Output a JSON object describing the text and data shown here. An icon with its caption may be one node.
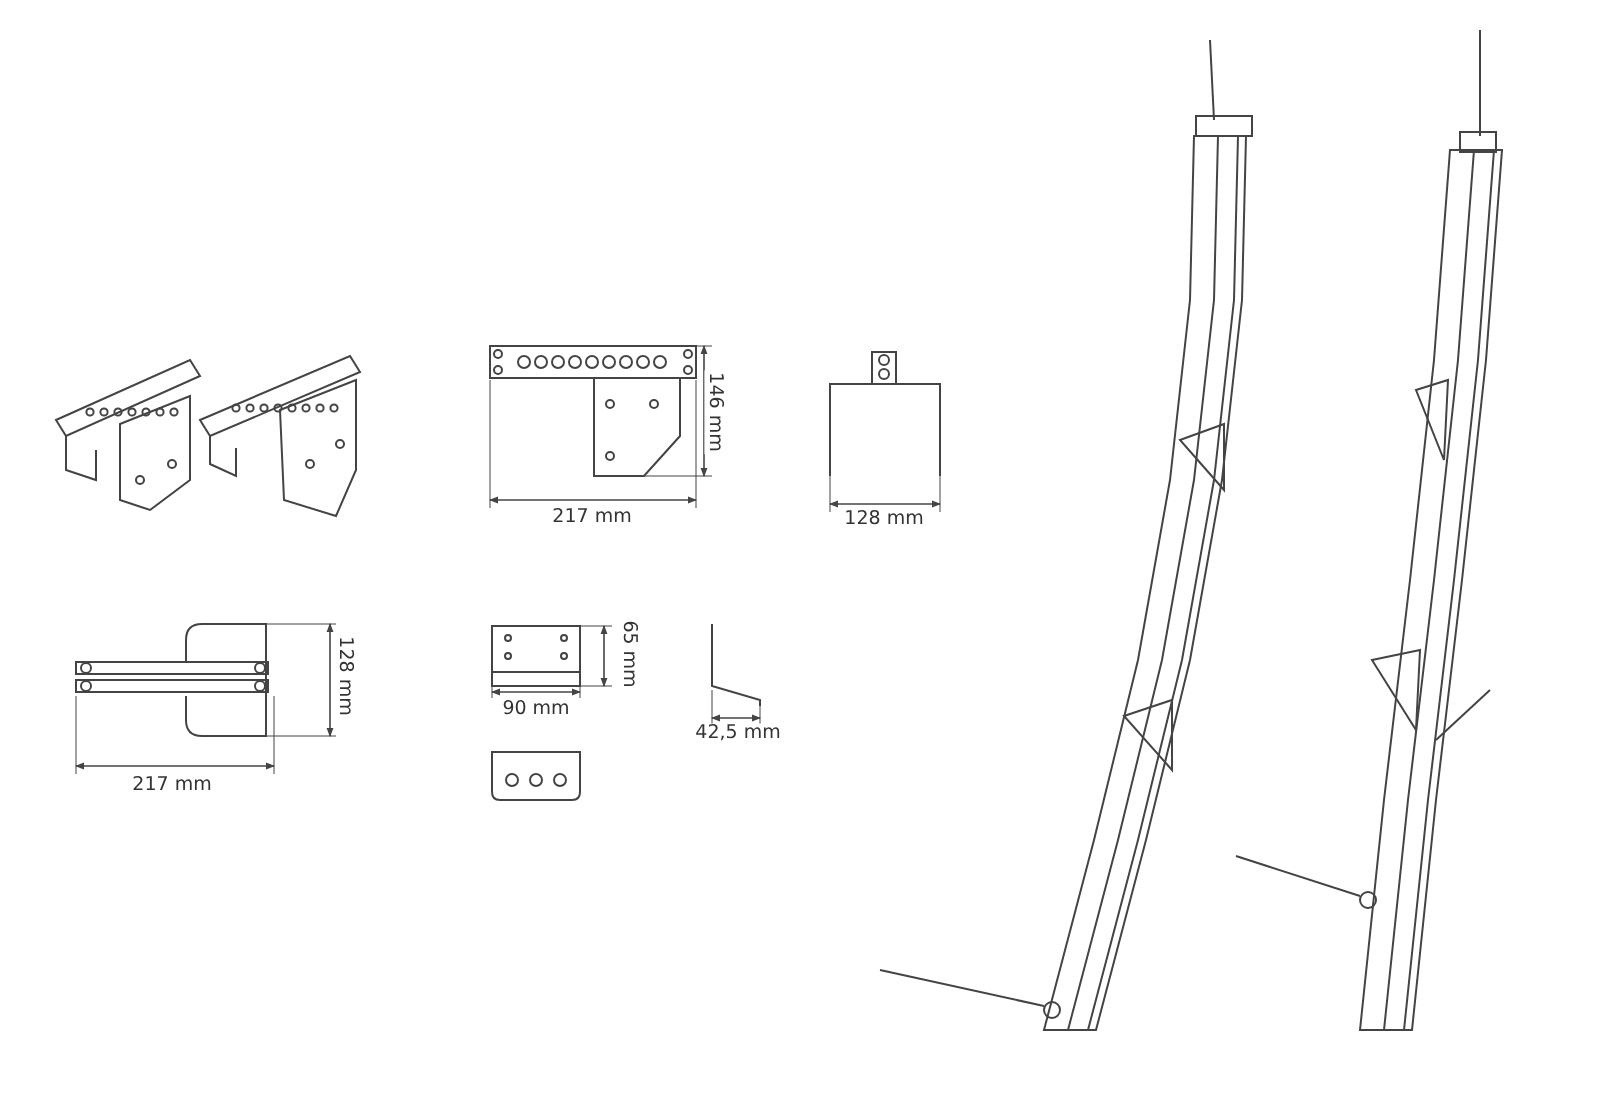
{
  "diagram": {
    "labels": [
      "146 mm",
      "217 mm",
      "128 mm",
      "128 mm",
      "217 mm",
      "65 mm",
      "90 mm",
      "42,5 mm"
    ]
  }
}
